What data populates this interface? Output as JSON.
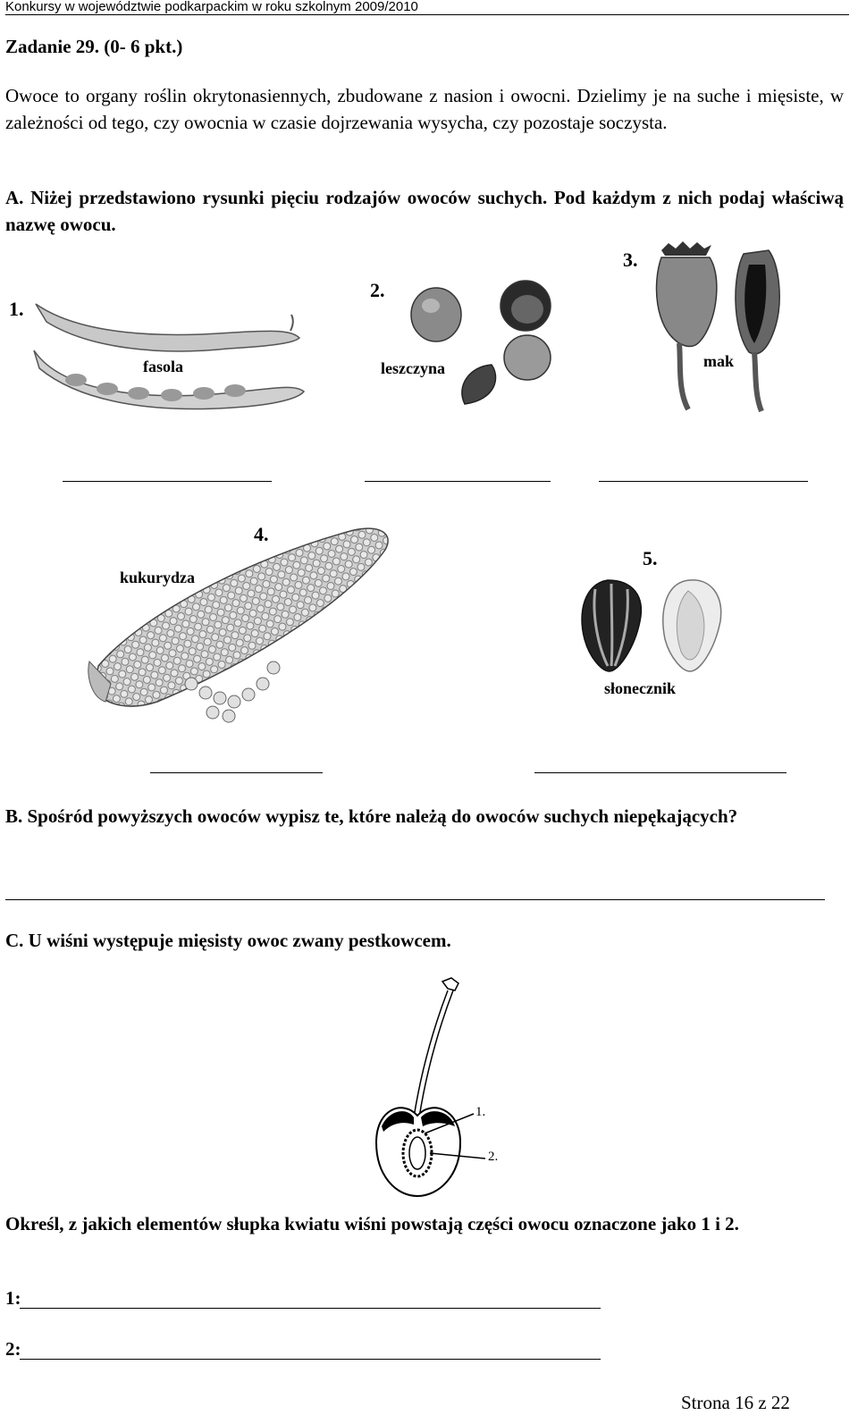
{
  "header": "Konkursy w województwie podkarpackim w roku szkolnym 2009/2010",
  "task_title": "Zadanie 29.  (0-  6 pkt.)",
  "intro": "Owoce to organy  roślin okrytonasiennych, zbudowane z nasion i owocni. Dzielimy je na suche i mięsiste, w zależności od tego, czy owocnia w czasie dojrzewania wysycha, czy pozostaje  soczysta.",
  "question_a": "A. Niżej przedstawiono rysunki  pięciu rodzajów owoców suchych. Pod każdym z nich podaj  właściwą nazwę owocu.",
  "fruits": [
    {
      "number": "1.",
      "label": "fasola"
    },
    {
      "number": "2.",
      "label": "leszczyna"
    },
    {
      "number": "3.",
      "label": "mak"
    },
    {
      "number": "4.",
      "label": "kukurydza"
    },
    {
      "number": "5.",
      "label": "słonecznik"
    }
  ],
  "question_b": "B. Spośród  powyższych owoców wypisz te, które należą do owoców suchych niepękających?",
  "question_c": "C. U wiśni występuje mięsisty owoc zwany pestkowcem.",
  "cherry_labels": [
    "1.",
    "2."
  ],
  "question_d": "Określ, z jakich elementów słupka kwiatu wiśni powstają części owocu oznaczone jako 1 i 2.",
  "answers": [
    "1:",
    "2:"
  ],
  "footer": "Strona 16 z 22"
}
